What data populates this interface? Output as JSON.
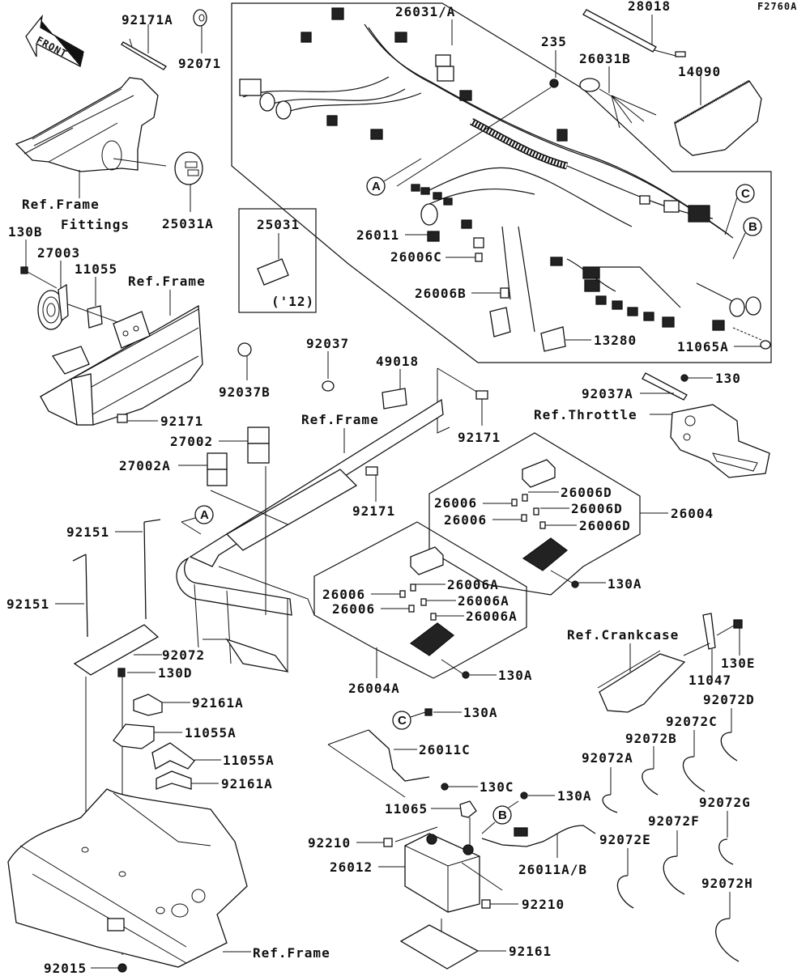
{
  "diagram": {
    "code": "F2760A",
    "front_arrow": "FRONT",
    "labels": {
      "p92171A": "92171A",
      "p92071": "92071",
      "ref_frame_fittings_1": "Ref.Frame",
      "ref_frame_fittings_2": "Fittings",
      "p25031A": "25031A",
      "p130B": "130B",
      "p27003": "27003",
      "p11055": "11055",
      "ref_frame_horn": "Ref.Frame",
      "p25031": "25031",
      "year12": "('12)",
      "p92037B": "92037B",
      "p92037": "92037",
      "p49018": "49018",
      "p92171_left": "92171",
      "p27002": "27002",
      "p27002A": "27002A",
      "ref_frame_mid": "Ref.Frame",
      "p92171_top": "92171",
      "p92171_mid": "92171",
      "p26031A": "26031/A",
      "p235": "235",
      "p28018": "28018",
      "p26031B": "26031B",
      "p14090": "14090",
      "p26011": "26011",
      "p26006C": "26006C",
      "p26006B": "26006B",
      "p13280": "13280",
      "p11065A": "11065A",
      "p130": "130",
      "p92037A": "92037A",
      "ref_throttle": "Ref.Throttle",
      "p26006_d1": "26006",
      "p26006_d2": "26006",
      "p26006D_1": "26006D",
      "p26006D_2": "26006D",
      "p26006D_3": "26006D",
      "p26004": "26004",
      "p130A_1": "130A",
      "p26006_a1": "26006",
      "p26006_a2": "26006",
      "p26006A_1": "26006A",
      "p26006A_2": "26006A",
      "p26006A_3": "26006A",
      "p26004A": "26004A",
      "p130A_2": "130A",
      "p92151_1": "92151",
      "p92151_2": "92151",
      "p92072": "92072",
      "p130D": "130D",
      "p92161A_1": "92161A",
      "p11055A_1": "11055A",
      "p11055A_2": "11055A",
      "p92161A_2": "92161A",
      "p92015": "92015",
      "ref_frame_bottom": "Ref.Frame",
      "ref_crankcase": "Ref.Crankcase",
      "p11047": "11047",
      "p130E": "130E",
      "p92072A": "92072A",
      "p92072B": "92072B",
      "p92072C": "92072C",
      "p92072D": "92072D",
      "p92072E": "92072E",
      "p92072F": "92072F",
      "p92072G": "92072G",
      "p92072H": "92072H",
      "p130A_3": "130A",
      "p26011C": "26011C",
      "p130C": "130C",
      "p130A_4": "130A",
      "p11065": "11065",
      "p92210_1": "92210",
      "p26012": "26012",
      "p26011AB": "26011A/B",
      "p92210_2": "92210",
      "p92161": "92161"
    },
    "callouts": {
      "A_top": "A",
      "A_bottom": "A",
      "B_top": "B",
      "B_bottom": "B",
      "C_top": "C",
      "C_bottom": "C"
    }
  }
}
